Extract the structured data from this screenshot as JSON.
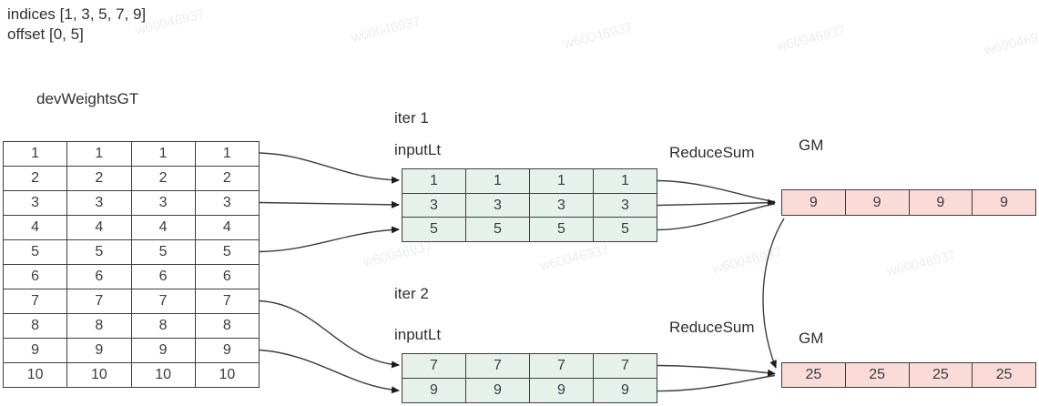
{
  "annotations": {
    "indices": "indices [1, 3, 5, 7, 9]",
    "offset": "offset [0, 5]"
  },
  "watermark": "w60046937",
  "colors": {
    "input_fill": "#e6f1ec",
    "gm_fill": "#fadbd8",
    "border": "#3e3e3e",
    "text": "#3b3b44"
  },
  "dev_weights": {
    "label": "devWeightsGT",
    "rows": [
      [
        "1",
        "1",
        "1",
        "1"
      ],
      [
        "2",
        "2",
        "2",
        "2"
      ],
      [
        "3",
        "3",
        "3",
        "3"
      ],
      [
        "4",
        "4",
        "4",
        "4"
      ],
      [
        "5",
        "5",
        "5",
        "5"
      ],
      [
        "6",
        "6",
        "6",
        "6"
      ],
      [
        "7",
        "7",
        "7",
        "7"
      ],
      [
        "8",
        "8",
        "8",
        "8"
      ],
      [
        "9",
        "9",
        "9",
        "9"
      ],
      [
        "10",
        "10",
        "10",
        "10"
      ]
    ]
  },
  "iter1": {
    "label": "iter 1",
    "input_label": "inputLt",
    "input_rows": [
      [
        "1",
        "1",
        "1",
        "1"
      ],
      [
        "3",
        "3",
        "3",
        "3"
      ],
      [
        "5",
        "5",
        "5",
        "5"
      ]
    ],
    "reduce_label": "ReduceSum",
    "gm_label": "GM",
    "gm_rows": [
      [
        "9",
        "9",
        "9",
        "9"
      ]
    ]
  },
  "iter2": {
    "label": "iter 2",
    "input_label": "inputLt",
    "input_rows": [
      [
        "7",
        "7",
        "7",
        "7"
      ],
      [
        "9",
        "9",
        "9",
        "9"
      ]
    ],
    "reduce_label": "ReduceSum",
    "gm_label": "GM",
    "gm_rows": [
      [
        "25",
        "25",
        "25",
        "25"
      ]
    ]
  }
}
